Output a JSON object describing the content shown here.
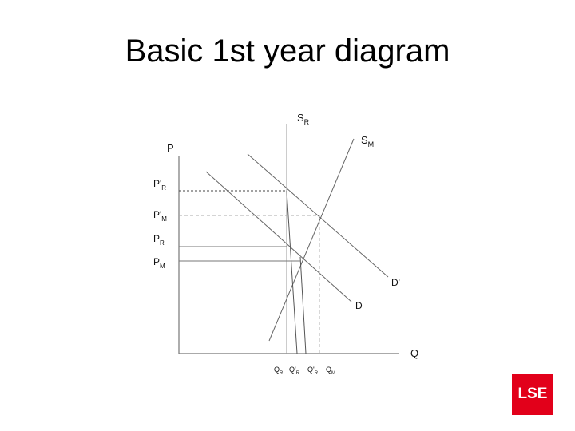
{
  "title": "Basic 1st year diagram",
  "axes": {
    "y_label": "P",
    "x_label": "Q"
  },
  "price_labels": [
    {
      "main": "P'",
      "sub": "R"
    },
    {
      "main": "P'",
      "sub": "M"
    },
    {
      "main": "P",
      "sub": "R"
    },
    {
      "main": "P",
      "sub": "M"
    }
  ],
  "quantity_labels": [
    {
      "main": "Q",
      "sub": "R"
    },
    {
      "main": "Q'",
      "sub": "R"
    },
    {
      "main": "Q'",
      "sub": "R"
    },
    {
      "main": "Q",
      "sub": "M"
    }
  ],
  "curve_labels": {
    "supply_regulated": {
      "main": "S",
      "sub": "R"
    },
    "supply_market": {
      "main": "S",
      "sub": "M"
    },
    "demand_new": "D'",
    "demand": "D"
  },
  "logo": {
    "text": "LSE",
    "color": "#e2001a"
  }
}
